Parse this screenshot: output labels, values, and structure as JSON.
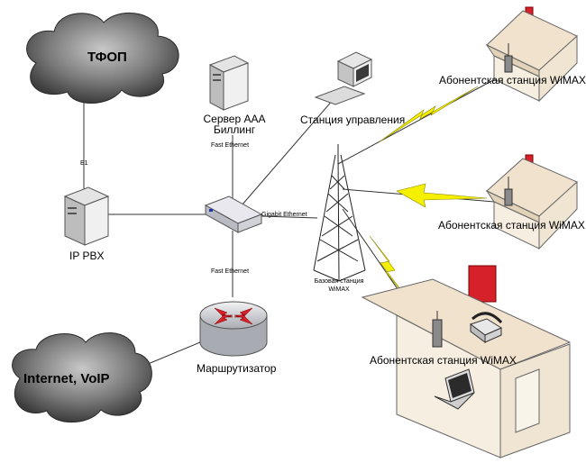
{
  "nodes": {
    "pstn": "ТФОП",
    "internet": "Internet, VoIP",
    "aaa_server": [
      "Сервер ААА",
      "Биллинг"
    ],
    "control_station": "Станция управления",
    "ip_pbx": "IP PBX",
    "router": "Маршрутизатор",
    "base_station": [
      "Базовая станция",
      "WiMAX"
    ],
    "subscriber_1": "Абонентская станция WiMAX",
    "subscriber_2": "Абонентская станция WiMAX",
    "subscriber_3": "Абонентская станция WiMAX"
  },
  "links": {
    "e1": "E1",
    "fast_ethernet_top": "Fast Ethernet",
    "fast_ethernet_bottom": "Fast Ethernet",
    "gigabit_ethernet": "Gigabit Ethernet"
  },
  "colors": {
    "line": "#333333",
    "lightning": "#f5f000",
    "house_wall": "#f6eee0",
    "house_roof": "#f0e2cc",
    "chimney": "#d6202a",
    "cloud": "#5a5a5a",
    "router": "#d9dbe0",
    "router_arrows": "#d6202a"
  },
  "icons": {
    "pstn": "cloud-icon",
    "internet": "cloud-icon",
    "aaa_server": "server-tower-icon",
    "control_station": "desktop-computer-icon",
    "ip_pbx": "server-tower-icon",
    "switch": "network-switch-icon",
    "router": "router-icon",
    "base_station": "radio-tower-icon",
    "subscriber": "house-antenna-icon",
    "phone": "telephone-icon",
    "laptop": "laptop-icon"
  }
}
